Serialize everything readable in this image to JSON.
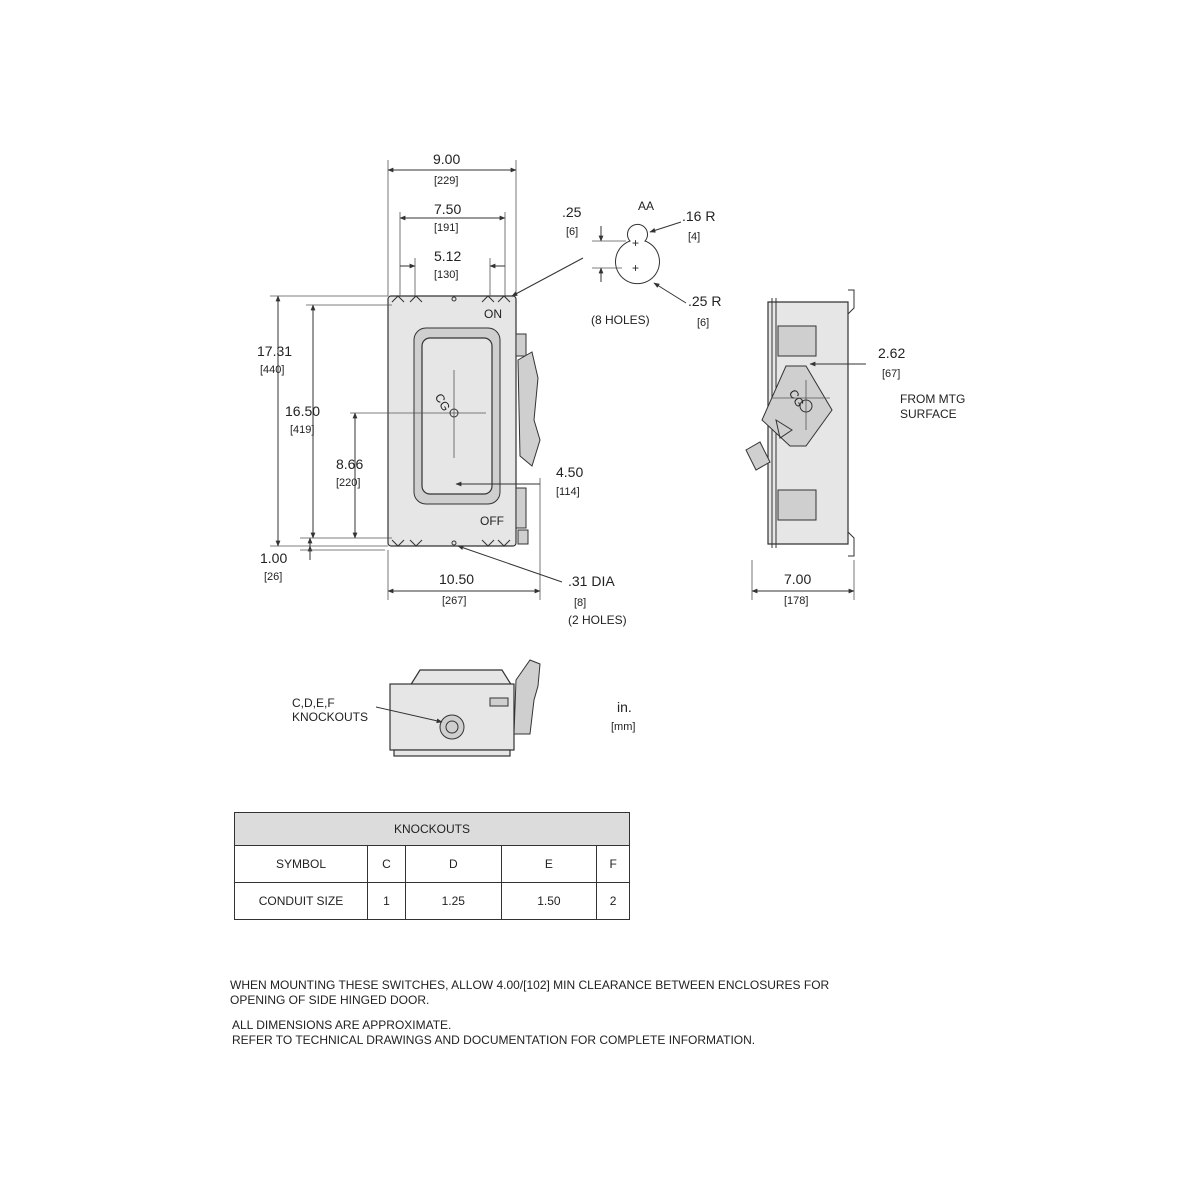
{
  "front_view": {
    "width_overall": "9.00",
    "width_overall_mm": "[229]",
    "width_mounting": "7.50",
    "width_mounting_mm": "[191]",
    "width_inner": "5.12",
    "width_inner_mm": "[130]",
    "height_overall": "17.31",
    "height_overall_mm": "[440]",
    "height_mounting": "16.50",
    "height_mounting_mm": "[419]",
    "height_handle": "8.66",
    "height_handle_mm": "[220]",
    "bottom_offset": "1.00",
    "bottom_offset_mm": "[26]",
    "handle_offset": "4.50",
    "handle_offset_mm": "[114]",
    "width_with_handle": "10.50",
    "width_with_handle_mm": "[267]",
    "label_on": "ON",
    "label_off": "OFF",
    "hole_dia": ".31 DIA",
    "hole_dia_mm": "[8]",
    "hole_count": "(2 HOLES)"
  },
  "keyhole_detail": {
    "title": "AA",
    "offset": ".25",
    "offset_mm": "[6]",
    "small_radius": ".16 R",
    "small_radius_mm": "[4]",
    "large_radius": ".25 R",
    "large_radius_mm": "[6]",
    "hole_count": "(8 HOLES)"
  },
  "side_view": {
    "depth_handle": "2.62",
    "depth_handle_mm": "[67]",
    "from_label_1": "FROM MTG",
    "from_label_2": "SURFACE",
    "depth_overall": "7.00",
    "depth_overall_mm": "[178]"
  },
  "bottom_view": {
    "knockouts_label_1": "C,D,E,F",
    "knockouts_label_2": "KNOCKOUTS"
  },
  "units": {
    "inch": "in.",
    "mm": "[mm]"
  },
  "knockouts_table": {
    "title": "KNOCKOUTS",
    "rows": [
      {
        "label": "SYMBOL",
        "cells": [
          "C",
          "D",
          "E",
          "F"
        ]
      },
      {
        "label": "CONDUIT SIZE",
        "cells": [
          "1",
          "1.25",
          "1.50",
          "2"
        ]
      }
    ]
  },
  "notes": {
    "mounting": "WHEN MOUNTING THESE SWITCHES, ALLOW 4.00/[102] MIN CLEARANCE BETWEEN ENCLOSURES FOR OPENING OF SIDE HINGED DOOR.",
    "approx": "ALL DIMENSIONS ARE APPROXIMATE.",
    "refer": "REFER TO TECHNICAL DRAWINGS AND DOCUMENTATION FOR COMPLETE INFORMATION."
  }
}
